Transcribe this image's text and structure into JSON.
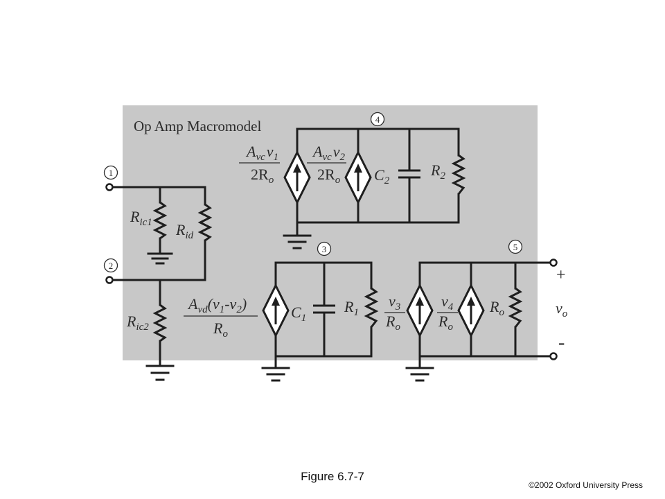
{
  "diagram": {
    "title": "Op Amp Macromodel",
    "nodes": [
      "1",
      "2",
      "3",
      "4",
      "5"
    ],
    "left_section": {
      "r_ic1": {
        "base": "R",
        "sub": "ic1"
      },
      "r_id": {
        "base": "R",
        "sub": "id"
      },
      "r_ic2": {
        "base": "R",
        "sub": "ic2"
      }
    },
    "stage_4": {
      "src1": {
        "num_base": "A",
        "num_sub": "vc",
        "num_var": "v",
        "num_var_sub": "1",
        "den": "2R",
        "den_sub": "o"
      },
      "src2": {
        "num_base": "A",
        "num_sub": "vc",
        "num_var": "v",
        "num_var_sub": "2",
        "den": "2R",
        "den_sub": "o"
      },
      "cap": {
        "base": "C",
        "sub": "2"
      },
      "res": {
        "base": "R",
        "sub": "2"
      }
    },
    "stage_3": {
      "src": {
        "num_base": "A",
        "num_sub": "vd",
        "num_paren_open": "(",
        "num_v1": "v",
        "num_v1_sub": "1",
        "num_dash": "-",
        "num_v2": "v",
        "num_v2_sub": "2",
        "num_paren_close": ")",
        "den": "R",
        "den_sub": "o"
      },
      "cap": {
        "base": "C",
        "sub": "1"
      },
      "res": {
        "base": "R",
        "sub": "1"
      }
    },
    "stage_5": {
      "src1": {
        "num": "v",
        "num_sub": "3",
        "den": "R",
        "den_sub": "o"
      },
      "src2": {
        "num": "v",
        "num_sub": "4",
        "den": "R",
        "den_sub": "o"
      },
      "res": {
        "base": "R",
        "sub": "o"
      }
    },
    "output": {
      "plus": "+",
      "minus": "-",
      "label": "v",
      "label_sub": "o"
    }
  },
  "caption": "Figure 6.7-7",
  "copyright": "©2002  Oxford University Press"
}
